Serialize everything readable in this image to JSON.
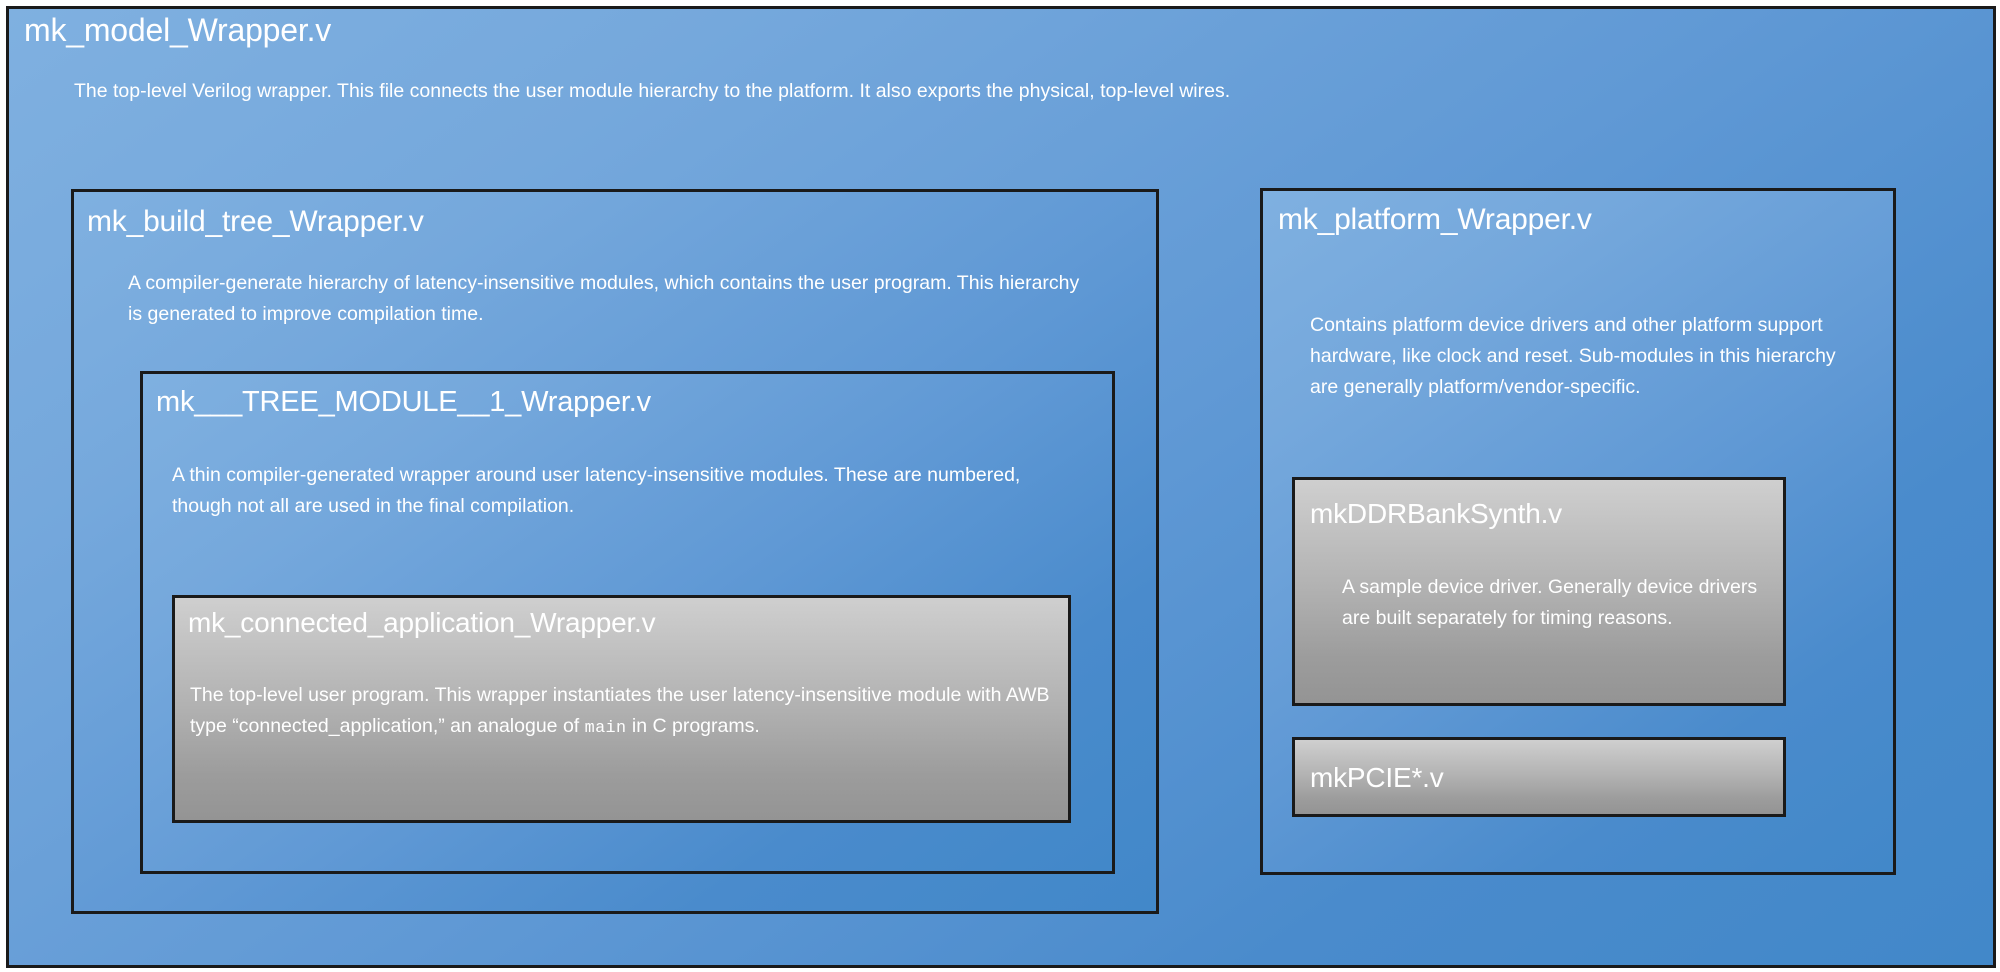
{
  "diagram": {
    "kind": "verilog-module-hierarchy",
    "colors": {
      "outer_blue_light": "#7fb0e0",
      "outer_blue_dark": "#4288c9",
      "gray_light": "#cfcfcf",
      "gray_dark": "#949494",
      "border": "#1a1a1a",
      "text": "#ffffff"
    }
  },
  "root": {
    "title": "mk_model_Wrapper.v",
    "description": "The top-level Verilog wrapper. This file connects the user module hierarchy to the platform.  It also exports the physical, top-level wires."
  },
  "build_tree": {
    "title": "mk_build_tree_Wrapper.v",
    "description": "A compiler-generate hierarchy of latency-insensitive modules, which contains the user program.  This hierarchy is generated to improve compilation time."
  },
  "tree_module": {
    "title": "mk___TREE_MODULE__1_Wrapper.v",
    "description": "A thin compiler-generated wrapper around user latency-insensitive modules.  These are numbered, though not all are used in the final compilation."
  },
  "connected_application": {
    "title": "mk_connected_application_Wrapper.v",
    "description_part1": "The top-level user program. This wrapper instantiates the user latency-insensitive module with AWB type “connected_application,” an analogue of ",
    "description_mono": "main",
    "description_part2": " in C programs."
  },
  "platform": {
    "title": "mk_platform_Wrapper.v",
    "description": "Contains platform device drivers and other platform support hardware, like clock and reset.   Sub-modules in this hierarchy are generally platform/vendor-specific."
  },
  "ddr_bank": {
    "title": "mkDDRBankSynth.v",
    "description": "A sample device driver. Generally device drivers are built separately for timing reasons."
  },
  "pcie": {
    "title": "mkPCIE*.v"
  }
}
